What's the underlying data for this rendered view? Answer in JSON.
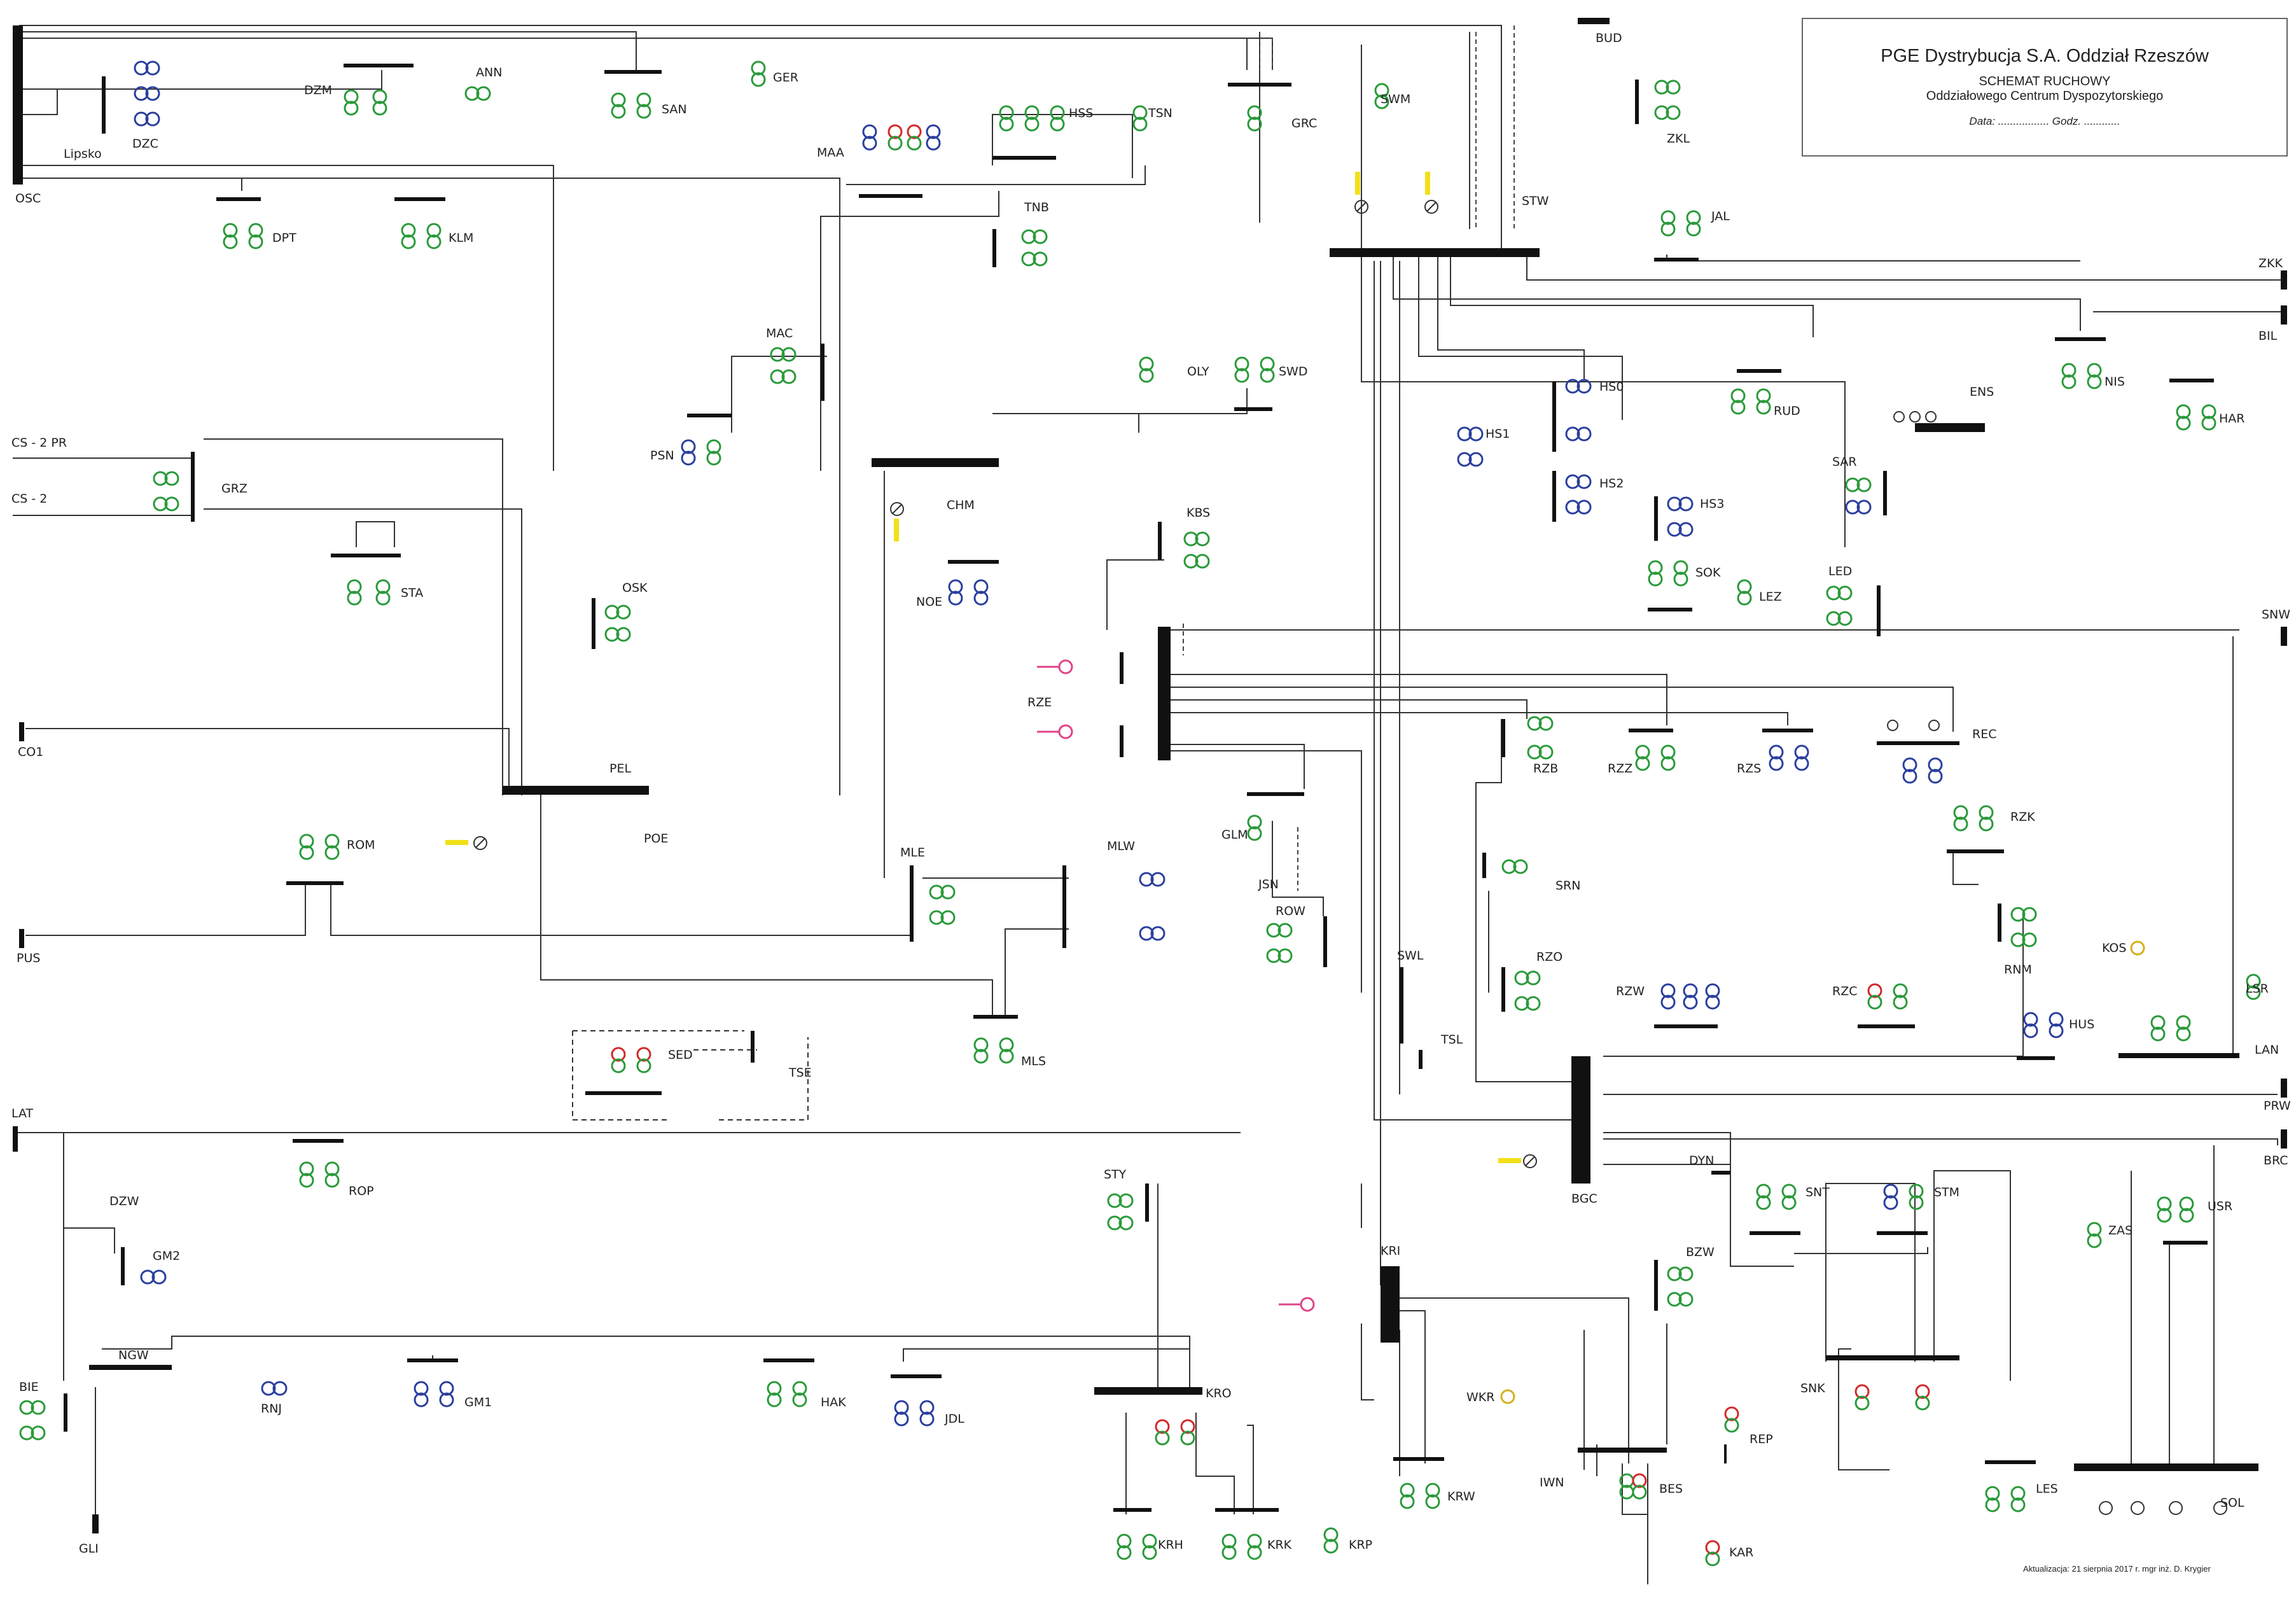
{
  "header": {
    "title": "PGE Dystrybucja S.A. Oddział Rzeszów",
    "subtitle": "SCHEMAT RUCHOWY",
    "subtitle2": "Oddziałowego Centrum Dyspozytorskiego",
    "date_line": "Data: .................   Godz. ............"
  },
  "footer": {
    "update": "Aktualizacja: 21 sierpnia 2017 r.    mgr inż. D. Krygier"
  },
  "colors": {
    "line": "#333333",
    "busbar": "#111111",
    "transformer_green": "#2a9a3a",
    "transformer_blue": "#2b3f9e",
    "transformer_red": "#d22a2a",
    "marker_yellow": "#f2e01a",
    "generator_pink": "#e0448a"
  },
  "stations": [
    {
      "name": "OSC"
    },
    {
      "name": "Lipsko"
    },
    {
      "name": "DZC"
    },
    {
      "name": "DZM"
    },
    {
      "name": "ANN"
    },
    {
      "name": "SAN"
    },
    {
      "name": "GER"
    },
    {
      "name": "SWM"
    },
    {
      "name": "BUD"
    },
    {
      "name": "ZKL"
    },
    {
      "name": "MAA"
    },
    {
      "name": "HSS"
    },
    {
      "name": "TSN"
    },
    {
      "name": "TNB"
    },
    {
      "name": "GRC"
    },
    {
      "name": "DPT"
    },
    {
      "name": "KLM"
    },
    {
      "name": "STW"
    },
    {
      "name": "JAL"
    },
    {
      "name": "ZKK"
    },
    {
      "name": "BIL"
    },
    {
      "name": "NIS"
    },
    {
      "name": "HAR"
    },
    {
      "name": "RUD"
    },
    {
      "name": "ENS"
    },
    {
      "name": "HS0"
    },
    {
      "name": "HS1"
    },
    {
      "name": "HS2"
    },
    {
      "name": "HS3"
    },
    {
      "name": "SAR"
    },
    {
      "name": "MAC"
    },
    {
      "name": "OLY"
    },
    {
      "name": "SWD"
    },
    {
      "name": "PSN"
    },
    {
      "name": "CHM"
    },
    {
      "name": "CS - 2 PR"
    },
    {
      "name": "CS - 2"
    },
    {
      "name": "GRZ"
    },
    {
      "name": "STA"
    },
    {
      "name": "KBS"
    },
    {
      "name": "NOE"
    },
    {
      "name": "SOK"
    },
    {
      "name": "LEZ"
    },
    {
      "name": "LED"
    },
    {
      "name": "SNW"
    },
    {
      "name": "OSK"
    },
    {
      "name": "RZE"
    },
    {
      "name": "CO1"
    },
    {
      "name": "PEL"
    },
    {
      "name": "POE"
    },
    {
      "name": "RZB"
    },
    {
      "name": "RZZ"
    },
    {
      "name": "RZS"
    },
    {
      "name": "REC"
    },
    {
      "name": "GLM"
    },
    {
      "name": "JSN"
    },
    {
      "name": "RZK"
    },
    {
      "name": "ROM"
    },
    {
      "name": "MLE"
    },
    {
      "name": "MLW"
    },
    {
      "name": "SRN"
    },
    {
      "name": "PUS"
    },
    {
      "name": "ROW"
    },
    {
      "name": "RNM"
    },
    {
      "name": "KOS"
    },
    {
      "name": "SWL"
    },
    {
      "name": "RZO"
    },
    {
      "name": "RZW"
    },
    {
      "name": "RZC"
    },
    {
      "name": "LSR"
    },
    {
      "name": "HUS"
    },
    {
      "name": "SED"
    },
    {
      "name": "TSE"
    },
    {
      "name": "MLS"
    },
    {
      "name": "TSL"
    },
    {
      "name": "LAN"
    },
    {
      "name": "LAT"
    },
    {
      "name": "PRW"
    },
    {
      "name": "ROP"
    },
    {
      "name": "BGC"
    },
    {
      "name": "BRC"
    },
    {
      "name": "DZW"
    },
    {
      "name": "STY"
    },
    {
      "name": "DYN"
    },
    {
      "name": "SNT"
    },
    {
      "name": "STM"
    },
    {
      "name": "GM2"
    },
    {
      "name": "USR"
    },
    {
      "name": "ZAS"
    },
    {
      "name": "KRI"
    },
    {
      "name": "BZW"
    },
    {
      "name": "NGW"
    },
    {
      "name": "BIE"
    },
    {
      "name": "RNJ"
    },
    {
      "name": "GM1"
    },
    {
      "name": "HAK"
    },
    {
      "name": "JDL"
    },
    {
      "name": "KRO"
    },
    {
      "name": "WKR"
    },
    {
      "name": "SNK"
    },
    {
      "name": "REP"
    },
    {
      "name": "IWN"
    },
    {
      "name": "BES"
    },
    {
      "name": "LES"
    },
    {
      "name": "SOL"
    },
    {
      "name": "KRW"
    },
    {
      "name": "GLI"
    },
    {
      "name": "KRH"
    },
    {
      "name": "KRK"
    },
    {
      "name": "KRP"
    },
    {
      "name": "KAR"
    }
  ]
}
